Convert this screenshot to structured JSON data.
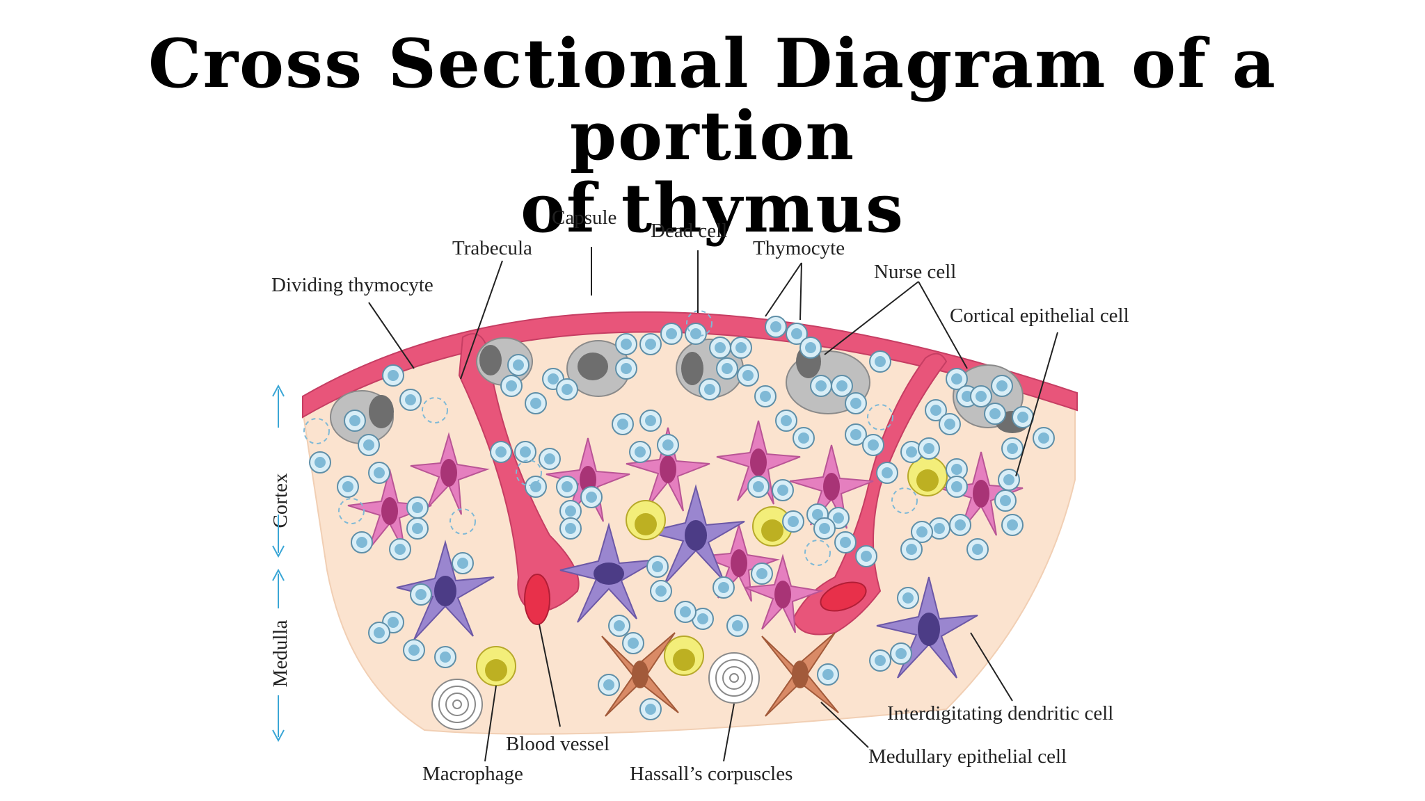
{
  "title": {
    "line1": "Cross Sectional Diagram of a portion",
    "line2": "of thymus"
  },
  "labels": {
    "capsule": "Capsule",
    "dead_cell": "Dead cell",
    "trabecula": "Trabecula",
    "thymocyte": "Thymocyte",
    "nurse_cell": "Nurse cell",
    "dividing_thymocyte": "Dividing thymocyte",
    "cortical_epithelial_cell": "Cortical epithelial cell",
    "interdigitating_dendritic_cell": "Interdigitating dendritic cell",
    "medullary_epithelial_cell": "Medullary epithelial cell",
    "blood_vessel": "Blood vessel",
    "macrophage": "Macrophage",
    "hassalls_corpuscles": "Hassall’s corpuscles"
  },
  "regions": {
    "cortex": "Cortex",
    "medulla": "Medulla"
  },
  "colors": {
    "capsule": "#e8557a",
    "tissue": "#fbe3cf",
    "thymocyte": "#7fb9d6",
    "cortical_epithelial": "#e57fbf",
    "dendritic": "#9a86cf",
    "nurse": "#bfbfbf",
    "macrophage": "#e6d84a",
    "medullary_epithelial": "#d98a66",
    "region_arrow": "#3aa6d6"
  }
}
